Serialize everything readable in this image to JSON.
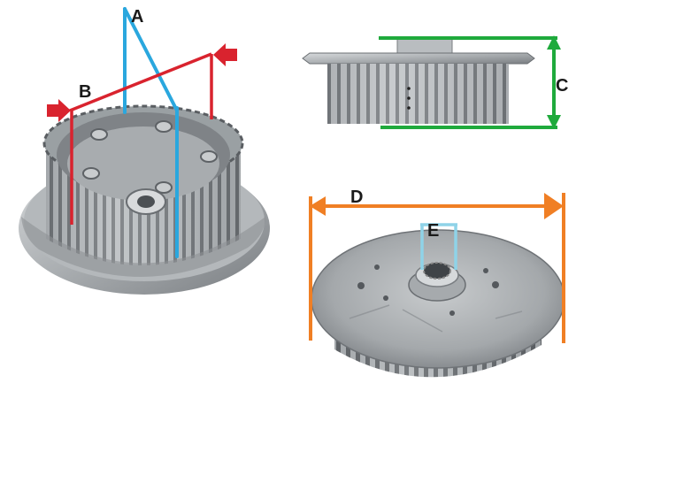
{
  "labels": {
    "a": "A",
    "b": "B",
    "c": "C",
    "d": "D",
    "e": "E"
  },
  "colors": {
    "a": "#2aa7de",
    "b": "#d9232e",
    "c": "#1faa3c",
    "d": "#f07f24",
    "e": "#8fd3e8",
    "metal_light": "#c9ccce",
    "metal_mid": "#9ea2a5",
    "metal_dark": "#5e6266"
  }
}
